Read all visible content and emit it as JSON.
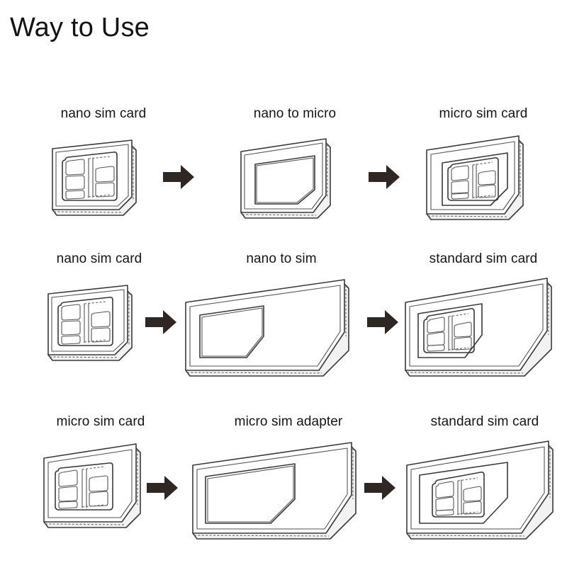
{
  "page": {
    "title": "Way to Use",
    "background_color": "#ffffff",
    "line_color": "#3a3a3a",
    "arrow_color": "#2f2723"
  },
  "rows": [
    {
      "id": "row-1",
      "steps": [
        {
          "label": "nano sim card",
          "art": "nano-sim-card-drawing"
        },
        {
          "label": "nano to micro",
          "art": "nano-to-micro-adapter-drawing"
        },
        {
          "label": "micro sim card",
          "art": "micro-sim-card-drawing"
        }
      ],
      "arrows": [
        "arrow-right-icon",
        "arrow-right-icon"
      ]
    },
    {
      "id": "row-2",
      "steps": [
        {
          "label": "nano sim card",
          "art": "nano-sim-card-drawing"
        },
        {
          "label": "nano to sim",
          "art": "nano-to-sim-adapter-drawing"
        },
        {
          "label": "standard sim card",
          "art": "standard-sim-card-drawing"
        }
      ],
      "arrows": [
        "arrow-right-icon",
        "arrow-right-icon"
      ]
    },
    {
      "id": "row-3",
      "steps": [
        {
          "label": "micro sim card",
          "art": "micro-sim-card-drawing"
        },
        {
          "label": "micro sim adapter",
          "art": "micro-sim-adapter-drawing"
        },
        {
          "label": "standard sim card",
          "art": "standard-sim-card-with-micro-drawing"
        }
      ],
      "arrows": [
        "arrow-right-icon",
        "arrow-right-icon"
      ]
    }
  ]
}
